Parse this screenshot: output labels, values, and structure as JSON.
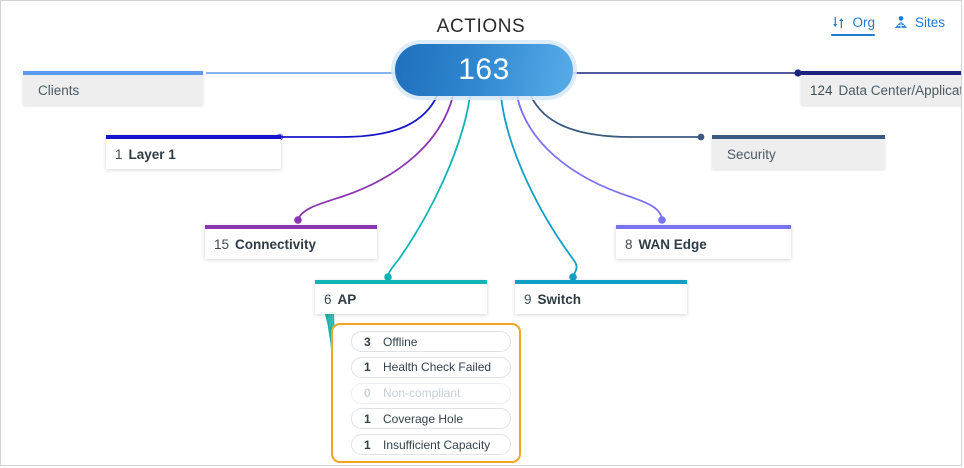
{
  "header": {
    "title": "ACTIONS",
    "scope_tabs": [
      {
        "label": "Org",
        "icon": "sort-arrows-icon",
        "active": true
      },
      {
        "label": "Sites",
        "icon": "sites-network-icon",
        "active": false
      }
    ]
  },
  "center": {
    "value": "163",
    "label": "actions-total"
  },
  "colors": {
    "clients": "#5b9bee",
    "data_center": "#1a237e",
    "layer1": "#1616c8",
    "security": "#3c5a80",
    "connectivity": "#8b35b0",
    "ap": "#0fb5b5",
    "switch": "#109fc4",
    "wan_edge": "#7b72f0",
    "detail_border": "#f0a623",
    "accent": "#1f7ad4"
  },
  "cards": [
    {
      "name": "clients",
      "count": "",
      "label": "Clients",
      "muted": true
    },
    {
      "name": "data-center",
      "count": "124",
      "label": "Data Center/Applicati",
      "muted": true
    },
    {
      "name": "layer-1",
      "count": "1",
      "label": "Layer 1",
      "muted": false
    },
    {
      "name": "security",
      "count": "",
      "label": "Security",
      "muted": true
    },
    {
      "name": "connectivity",
      "count": "15",
      "label": "Connectivity",
      "muted": false
    },
    {
      "name": "wan-edge",
      "count": "8",
      "label": "WAN Edge",
      "muted": false
    },
    {
      "name": "ap",
      "count": "6",
      "label": "AP",
      "muted": false
    },
    {
      "name": "switch",
      "count": "9",
      "label": "Switch",
      "muted": false
    }
  ],
  "details": [
    {
      "count": "3",
      "label": "Offline",
      "zero": false
    },
    {
      "count": "1",
      "label": "Health Check Failed",
      "zero": false
    },
    {
      "count": "0",
      "label": "Non-compliant",
      "zero": true
    },
    {
      "count": "1",
      "label": "Coverage Hole",
      "zero": false
    },
    {
      "count": "1",
      "label": "Insufficient Capacity",
      "zero": false
    }
  ]
}
